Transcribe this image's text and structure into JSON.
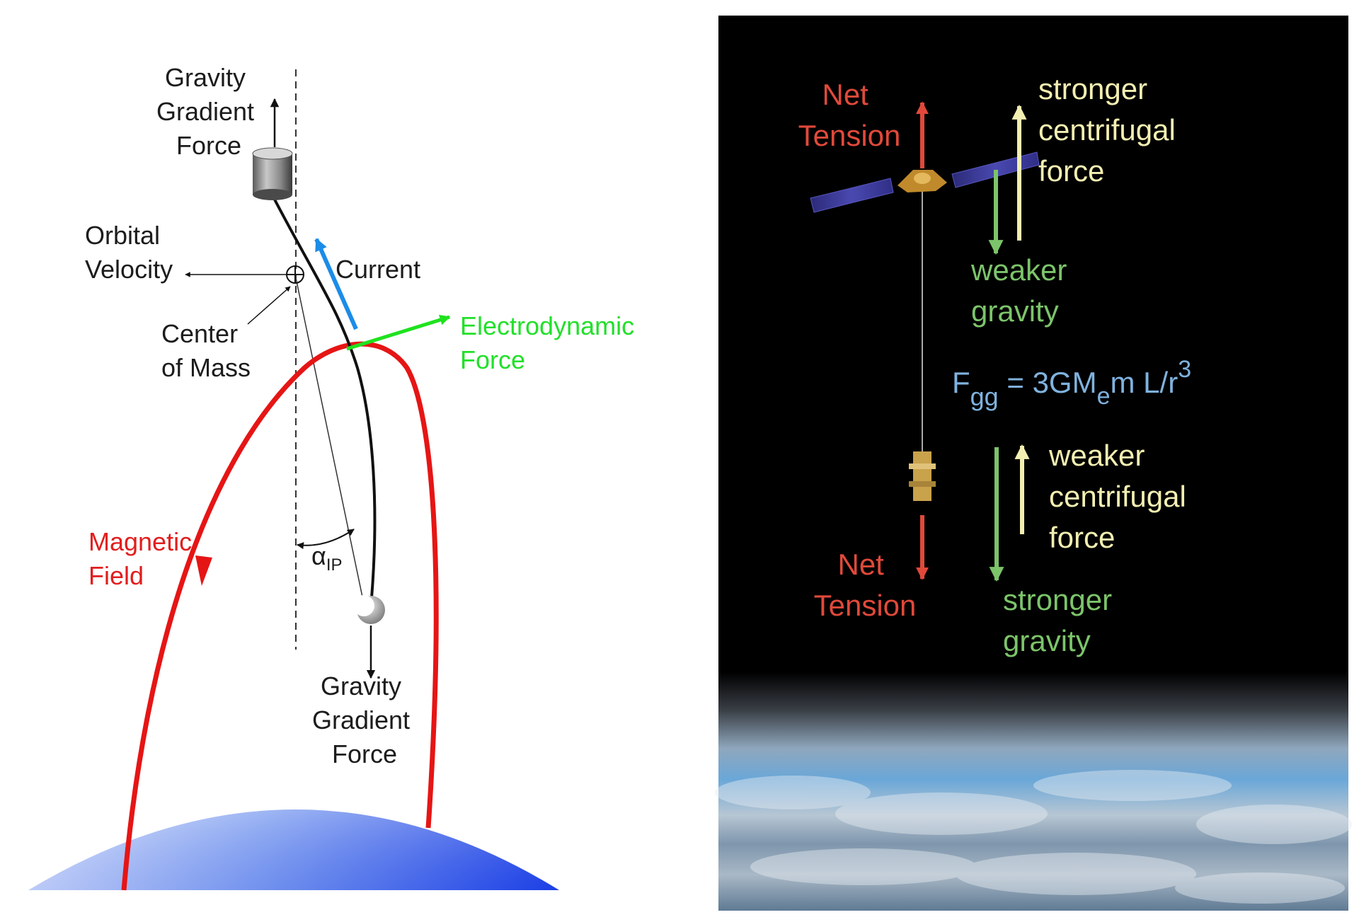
{
  "colors": {
    "field": "#e61515",
    "current": "#1b8ce8",
    "electro": "#1fe21f",
    "tension": "#e0493a",
    "centrifugal": "#f3efb2",
    "gravity": "#7cc46a",
    "formula": "#7fb2de",
    "panel_bg": "#000000"
  },
  "left_diagram": {
    "gg_top": [
      "Gravity",
      "Gradient",
      "Force"
    ],
    "orbital": [
      "Orbital",
      "Velocity"
    ],
    "current": "Current",
    "com": [
      "Center",
      "of Mass"
    ],
    "electro": [
      "Electrodynamic",
      "Force"
    ],
    "magnetic": [
      "Magnetic",
      "Field"
    ],
    "alpha": "α",
    "alpha_sub": "IP",
    "gg_bottom": [
      "Gravity",
      "Gradient",
      "Force"
    ]
  },
  "right_diagram": {
    "net_tension_top": [
      "Net",
      "Tension"
    ],
    "stronger_centrifugal": [
      "stronger",
      "centrifugal",
      "force"
    ],
    "weaker_gravity": [
      "weaker",
      "gravity"
    ],
    "formula": {
      "f": "F",
      "gg": "gg",
      "mid": " = 3GM",
      "e": "e",
      "rest": "m L/r",
      "exp": "3"
    },
    "weaker_centrifugal": [
      "weaker",
      "centrifugal",
      "force"
    ],
    "net_tension_bottom": [
      "Net",
      "Tension"
    ],
    "stronger_gravity": [
      "stronger",
      "gravity"
    ]
  }
}
